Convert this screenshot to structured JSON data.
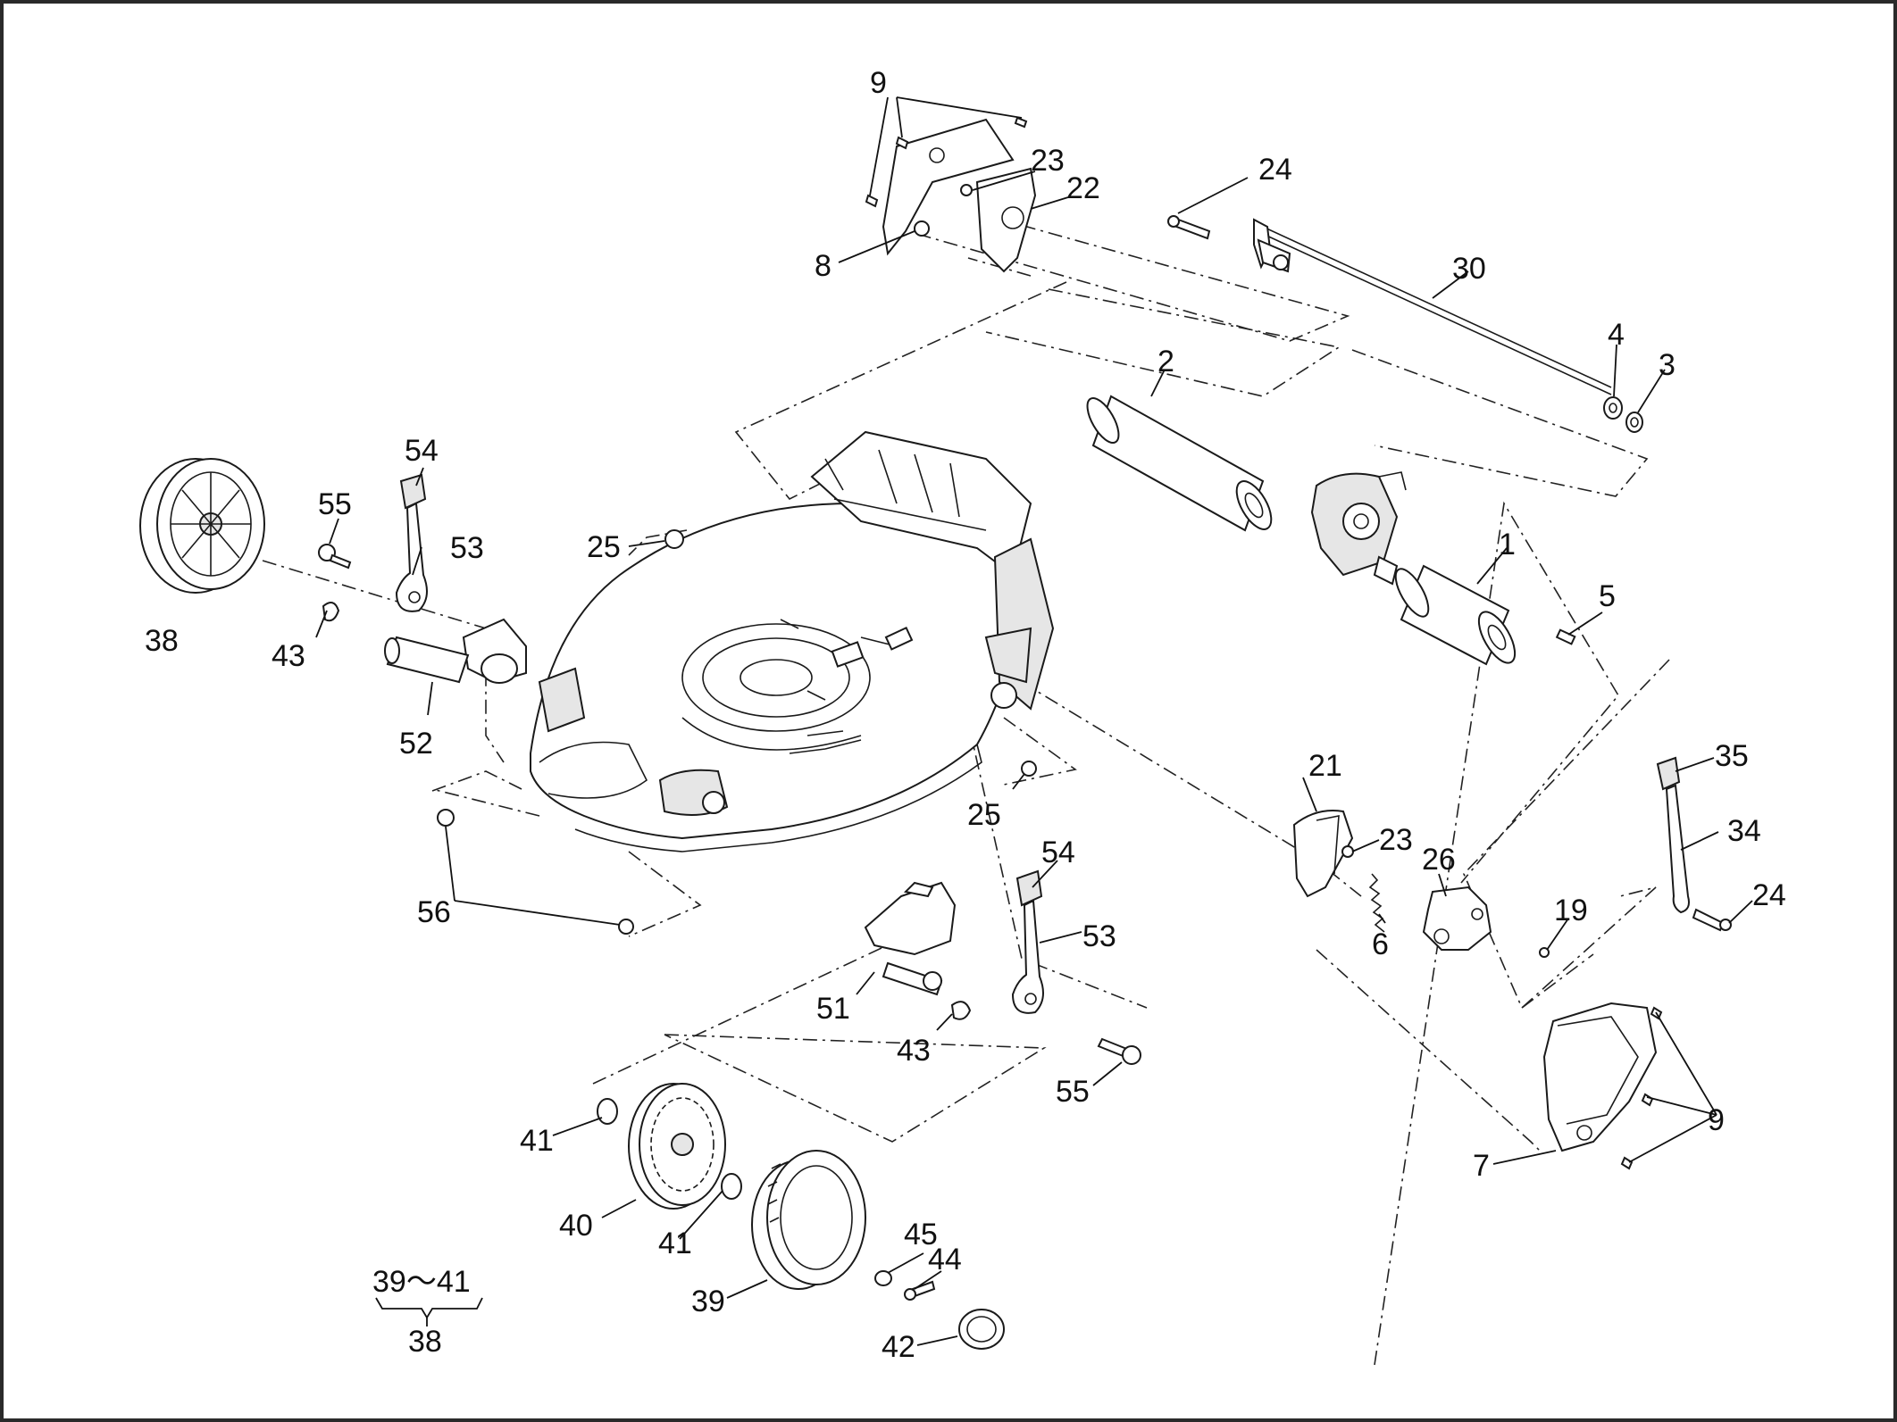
{
  "labels": {
    "l1": "1",
    "l2": "2",
    "l3": "3",
    "l4": "4",
    "l5": "5",
    "l6": "6",
    "l7": "7",
    "l8": "8",
    "l9a": "9",
    "l9b": "9",
    "l19": "19",
    "l21": "21",
    "l22": "22",
    "l23a": "23",
    "l23b": "23",
    "l24a": "24",
    "l24b": "24",
    "l25a": "25",
    "l25b": "25",
    "l26": "26",
    "l30": "30",
    "l34": "34",
    "l35": "35",
    "l38a": "38",
    "l38b": "38",
    "l39": "39",
    "l40": "40",
    "l41a": "41",
    "l41b": "41",
    "l42": "42",
    "l43a": "43",
    "l43b": "43",
    "l44": "44",
    "l45": "45",
    "l51": "51",
    "l52": "52",
    "l53a": "53",
    "l53b": "53",
    "l54a": "54",
    "l54b": "54",
    "l55a": "55",
    "l55b": "55",
    "l56": "56",
    "range": "39～41"
  },
  "colors": {
    "line": "#1a1a1a",
    "background": "#ffffff",
    "frame": "#2a2a2a"
  }
}
